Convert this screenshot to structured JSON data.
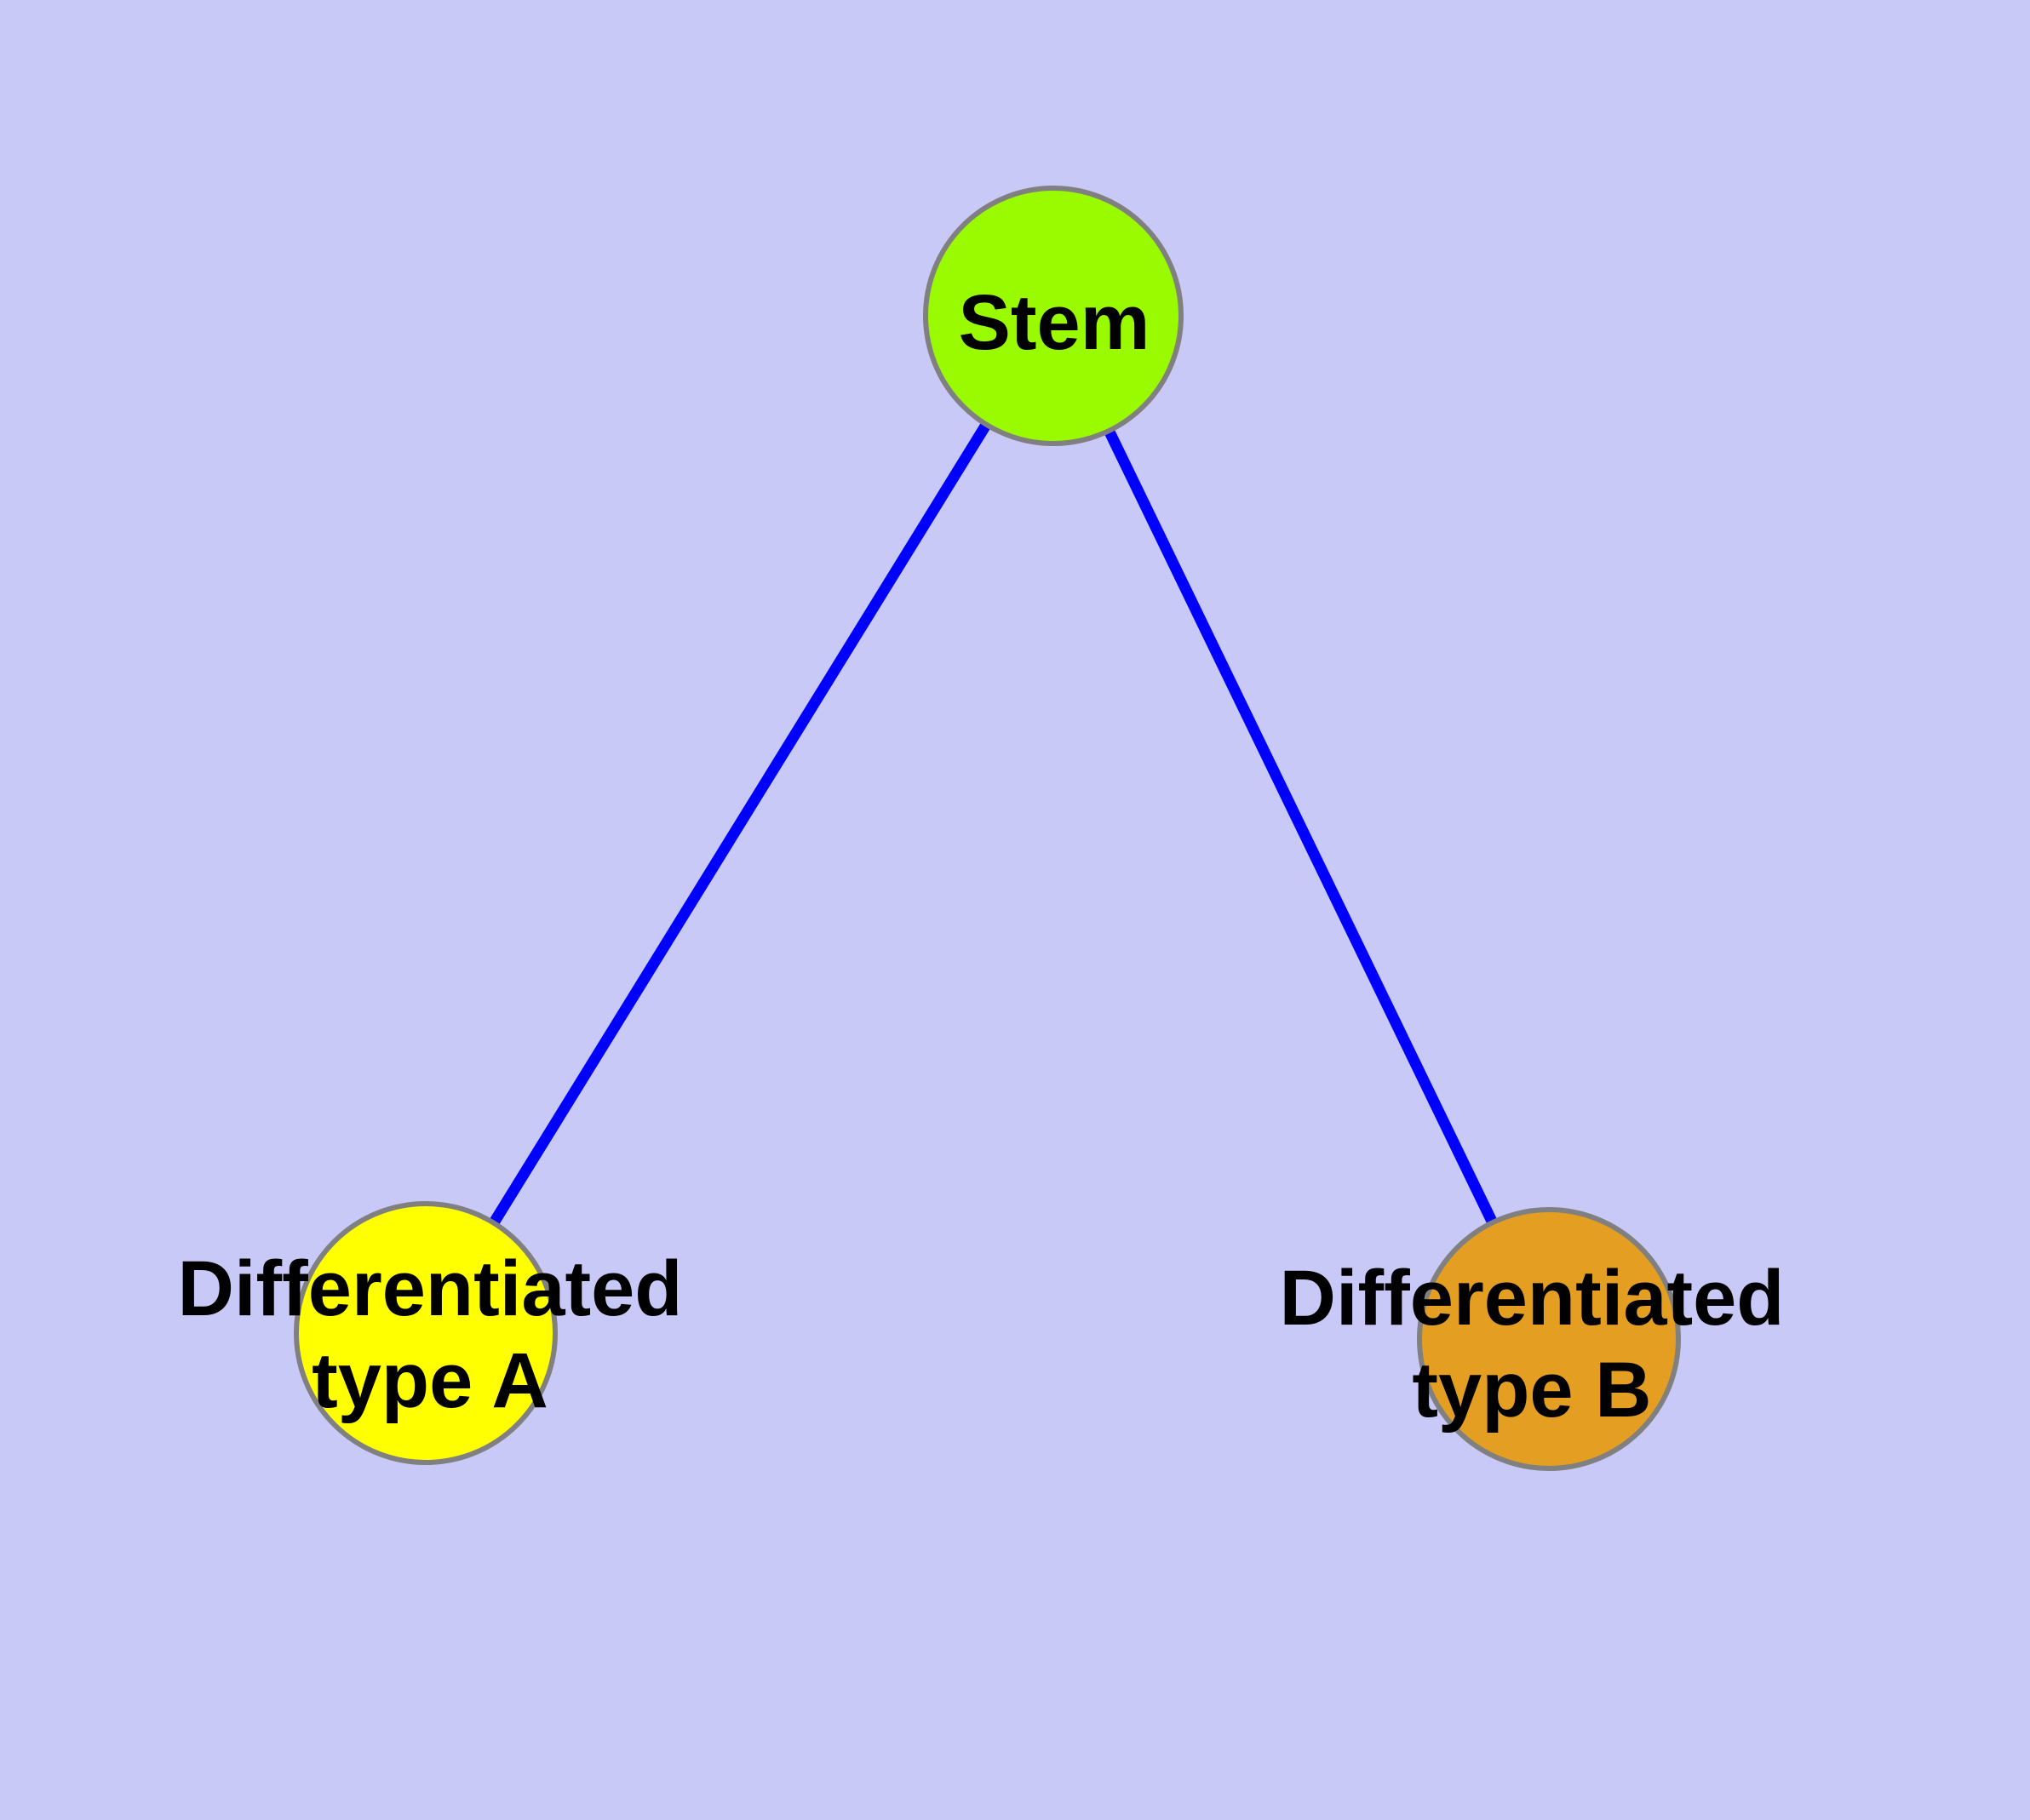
{
  "canvas": {
    "background_color": "#C9C9F8"
  },
  "styles": {
    "edge_color": "#0000FF",
    "node_border_color": "#808080",
    "label_color": "#000000"
  },
  "nodes": {
    "stem": {
      "label": "Stem",
      "fill": "#9AFA00"
    },
    "type_a": {
      "label_line1": "Differentiated",
      "label_line2": "type A",
      "fill": "#FFFF00"
    },
    "type_b": {
      "label_line1": "Differentiated",
      "label_line2": "type B",
      "fill": "#E49E21"
    }
  },
  "edges": [
    {
      "from": "Stem",
      "to": "Differentiated type A"
    },
    {
      "from": "Stem",
      "to": "Differentiated type B"
    }
  ]
}
